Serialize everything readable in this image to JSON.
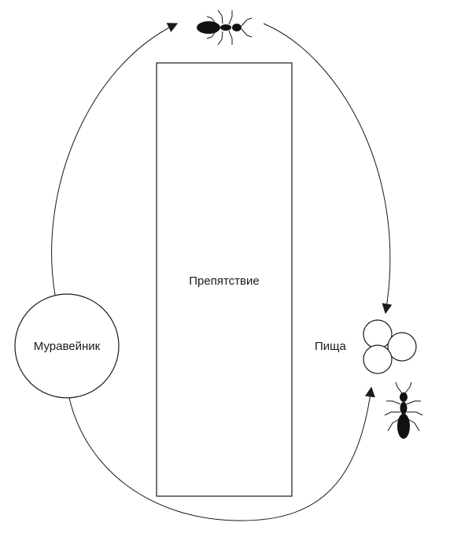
{
  "labels": {
    "nest": "Муравейник",
    "obstacle": "Препятствие",
    "food": "Пища"
  },
  "colors": {
    "stroke": "#1a1a1a",
    "ant": "#111111",
    "background": "#ffffff"
  }
}
